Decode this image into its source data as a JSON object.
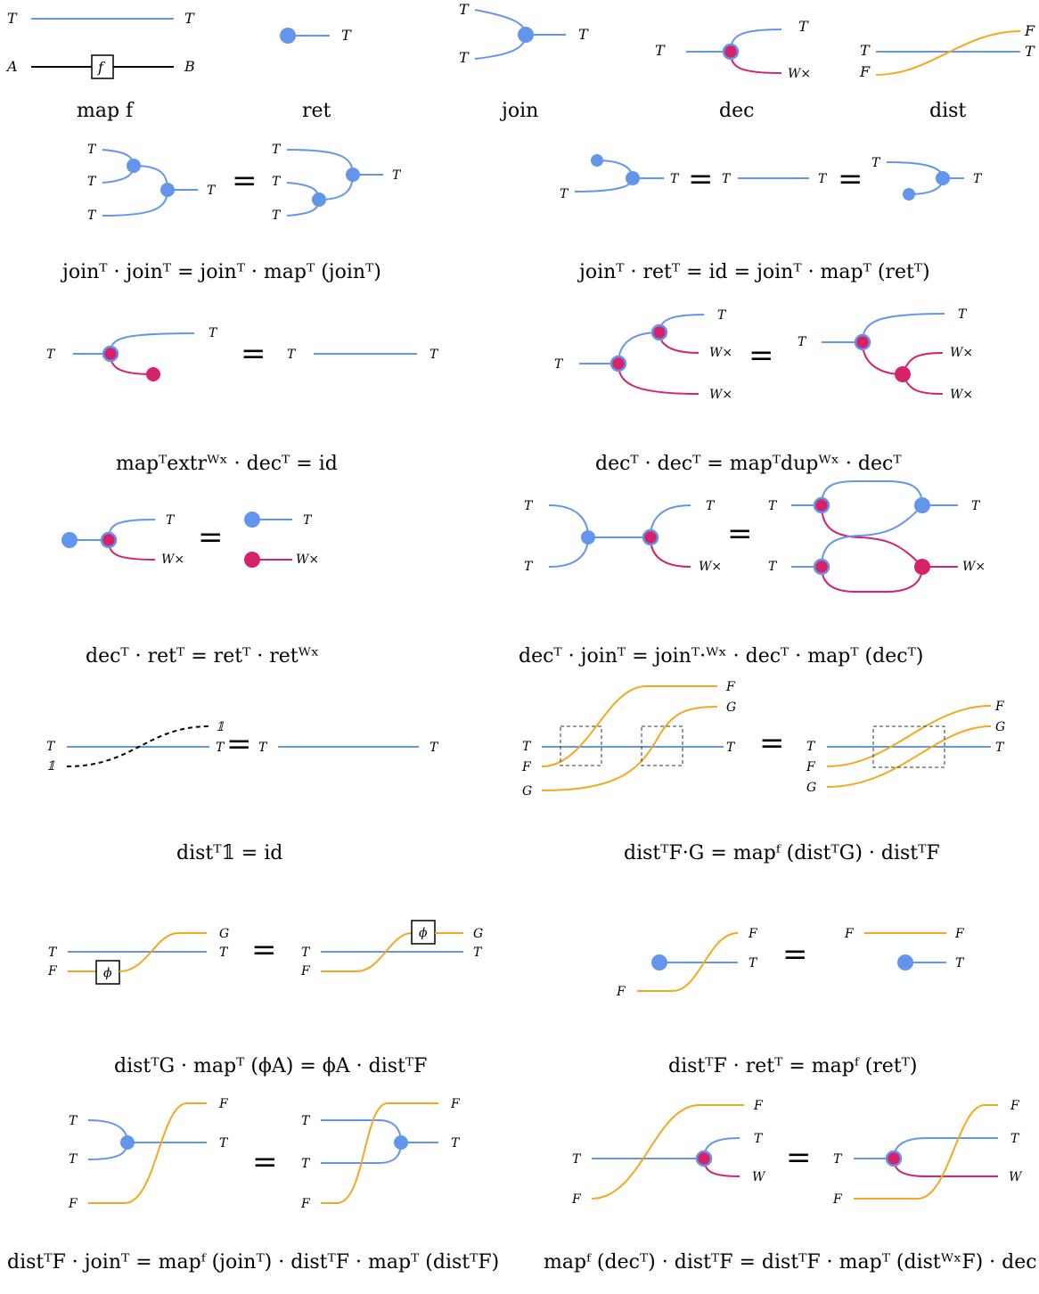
{
  "labels": {
    "T": "T",
    "A": "A",
    "B": "B",
    "F": "F",
    "G": "G",
    "Wx": "W×",
    "W": "W",
    "one": "𝟙",
    "f": "f",
    "phi": "ϕ",
    "eq": "="
  },
  "captions": {
    "c1": "map f",
    "c2": "ret",
    "c3": "join",
    "c4": "dec",
    "c5": "dist",
    "c6": "joinᵀ · joinᵀ = joinᵀ · mapᵀ (joinᵀ)",
    "c7": "joinᵀ · retᵀ = id = joinᵀ · mapᵀ (retᵀ)",
    "c8": "mapᵀextrᵂˣ · decᵀ = id",
    "c9": "decᵀ · decᵀ = mapᵀdupᵂˣ · decᵀ",
    "c10": "decᵀ · retᵀ = retᵀ · retᵂˣ",
    "c11": "decᵀ · joinᵀ = joinᵀ·ᵂˣ · decᵀ · mapᵀ (decᵀ)",
    "c12": "distᵀ𝟙 = id",
    "c13": "distᵀF·G = mapᶠ (distᵀG) · distᵀF",
    "c14": "distᵀG · mapᵀ (ϕA) = ϕA · distᵀF",
    "c15": "distᵀF · retᵀ = mapᶠ (retᵀ)",
    "c16": "distᵀF · joinᵀ = mapᶠ (joinᵀ) · distᵀF · mapᵀ (distᵀF)",
    "c17": "mapᶠ (decᵀ) · distᵀF = distᵀF · mapᵀ (distᵂˣF) · dec"
  }
}
